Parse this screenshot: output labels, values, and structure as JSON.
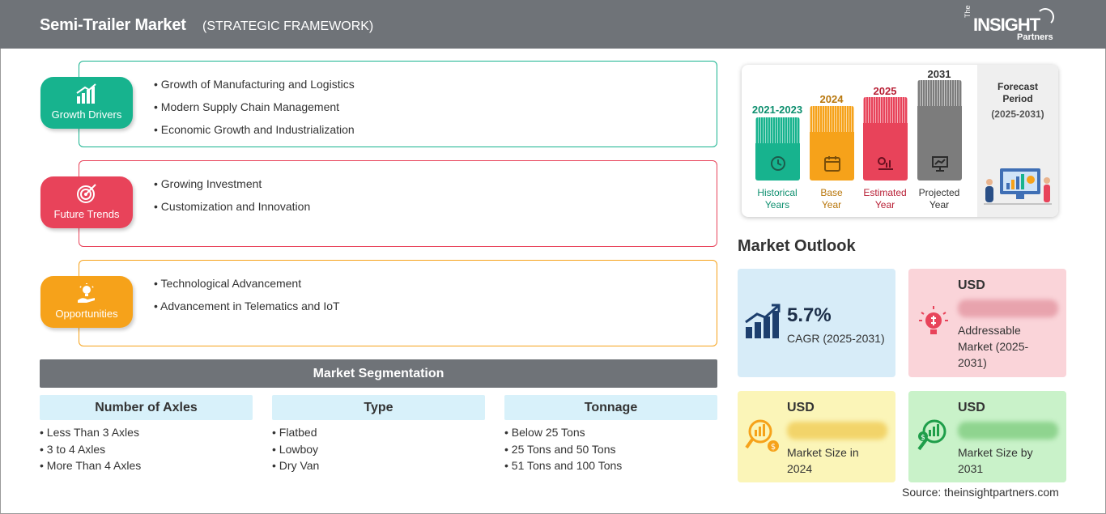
{
  "header": {
    "title": "Semi-Trailer Market",
    "subtitle": "(STRATEGIC FRAMEWORK)",
    "logo": {
      "the": "The",
      "insight": "INSIGHT",
      "partners": "Partners"
    }
  },
  "framework": [
    {
      "label": "Growth Drivers",
      "color": "#17b38e",
      "icon": "bar-chart-growth-icon",
      "items": [
        "Growth of Manufacturing and Logistics",
        "Modern Supply Chain Management",
        "Economic Growth and Industrialization"
      ]
    },
    {
      "label": "Future Trends",
      "color": "#e8435a",
      "icon": "target-icon",
      "items": [
        "Growing Investment",
        "Customization and Innovation"
      ]
    },
    {
      "label": "Opportunities",
      "color": "#f6a21a",
      "icon": "lightbulb-hand-icon",
      "items": [
        "Technological Advancement",
        "Advancement in Telematics and IoT"
      ]
    }
  ],
  "segmentation": {
    "title": "Market Segmentation",
    "columns": [
      {
        "heading": "Number of Axles",
        "items": [
          "Less Than 3 Axles",
          "3 to 4 Axles",
          "More Than 4 Axles"
        ]
      },
      {
        "heading": "Type",
        "items": [
          "Flatbed",
          "Lowboy",
          "Dry Van"
        ]
      },
      {
        "heading": "Tonnage",
        "items": [
          "Below 25 Tons",
          "25 Tons and 50 Tons",
          "51 Tons and 100 Tons"
        ]
      }
    ]
  },
  "timeline": {
    "bars": [
      {
        "year": "2021-2023",
        "label_line1": "Historical",
        "label_line2": "Years",
        "color": "#17b38e",
        "year_color": "#0e8f6f",
        "icon": "clock-history-icon"
      },
      {
        "year": "2024",
        "label_line1": "Base",
        "label_line2": "Year",
        "color": "#f6a21a",
        "year_color": "#b8760b",
        "icon": "calendar-icon"
      },
      {
        "year": "2025",
        "label_line1": "Estimated",
        "label_line2": "Year",
        "color": "#e8435a",
        "year_color": "#b81f35",
        "icon": "gears-chart-icon"
      },
      {
        "year": "2031",
        "label_line1": "Projected",
        "label_line2": "Year",
        "color": "#7c7c7c",
        "year_color": "#333333",
        "icon": "presentation-board-icon"
      }
    ],
    "forecast": {
      "title_line1": "Forecast",
      "title_line2": "Period",
      "years": "(2025-2031)"
    }
  },
  "outlook": {
    "title": "Market Outlook",
    "cagr": {
      "value": "5.7%",
      "label": "CAGR (2025-2031)",
      "color": "#d7ecf8"
    },
    "addressable": {
      "currency": "USD",
      "value": "lorem ipsum",
      "label_line1": "Addressable",
      "label_line2": "Market (2025-",
      "label_line3": "2031)",
      "color": "#fad4d9"
    },
    "size_2024": {
      "currency": "USD",
      "value": "lorem ipsum",
      "label_line1": "Market Size in",
      "label_line2": "2024",
      "color": "#fbf5b8"
    },
    "size_2031": {
      "currency": "USD",
      "value": "lorem ipsum",
      "label_line1": "Market Size by",
      "label_line2": "2031",
      "color": "#c9f2c9"
    }
  },
  "source": "Source: theinsightpartners.com"
}
